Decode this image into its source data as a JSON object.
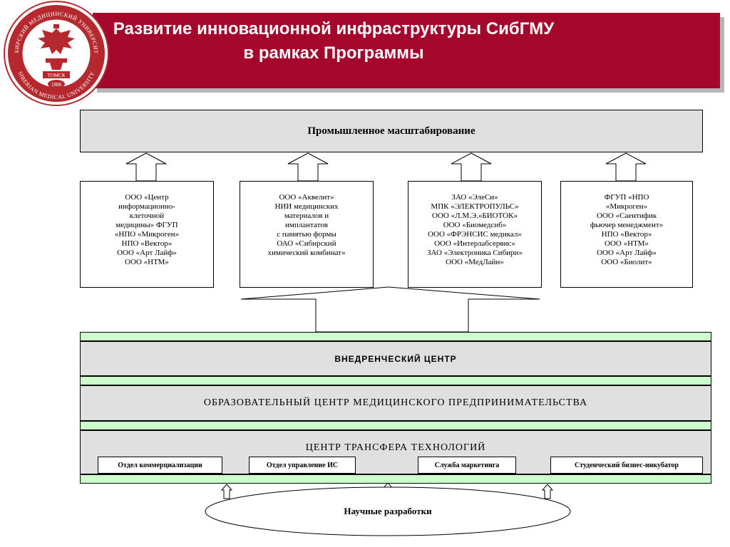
{
  "header": {
    "title_line1": "Развитие инновационной инфраструктуры СибГМУ",
    "title_line2": "в рамках Программы"
  },
  "seal": {
    "ring_text_top": "СИБИРСКИЙ МЕДИЦИНСКИЙ УНИВЕРСИТЕТ",
    "ring_text_bottom": "SIBERIAN MEDICAL UNIVERSITY",
    "city": "ТОМСК",
    "year": "1888"
  },
  "diagram": {
    "top_block": "Промышленное масштабирование",
    "org_boxes": [
      {
        "lines": [
          "ООО «Центр",
          "информационно-",
          "клеточной",
          "медицины» ФГУП",
          "«НПО «Микроген»",
          "НПО «Вектор»",
          "ООО «Арт Лайф»",
          "ООО «НТМ»"
        ]
      },
      {
        "lines": [
          "ООО «Аквелит»",
          "НИИ медицинских",
          "материалов и",
          "имплантатов",
          "с памятью формы",
          "ОАО «Сибирский",
          "химический комбинат»"
        ]
      },
      {
        "lines": [
          "ЗАО «ЭлеСи»",
          "МПК «ЭЛЕКТРОПУЛЬС»",
          "ООО «Л.М.Э.«БИОТОК»",
          "ООО «Биомедсиб»",
          "ООО «ФРЭНСИС медикал»",
          "ООО «Интерлабсервис»",
          "ЗАО «Электроника Сибири»",
          "ООО «МедЛайн»"
        ]
      },
      {
        "lines": [
          "ФГУП «НПО",
          "«Микроген»",
          "ООО «Саентифик",
          "фьючер менеджмент»",
          "НПО «Вектор»",
          "ООО «НТМ»",
          "ООО «Арт Лайф»",
          "ООО «Биолит»"
        ]
      }
    ],
    "center_implementation": "ВНЕДРЕНЧЕСКИЙ ЦЕНТР",
    "center_education": "ОБРАЗОВАТЕЛЬНЫЙ ЦЕНТР МЕДИЦИНСКОГО ПРЕДПРИНИМАТЕЛЬСТВА",
    "center_transfer": "ЦЕНТР ТРАНСФЕРА ТЕХНОЛОГИЙ",
    "departments": [
      "Отдел коммерциализации",
      "Отдел управление ИС",
      "Служба маркетинга",
      "Студенческий бизнес-инкубатор"
    ],
    "bottom_ellipse": "Научные разработки"
  },
  "colors": {
    "banner": "#a4062c",
    "seal_red": "#b5282e",
    "light_green": "#ccffcc",
    "gray_block": "#e0e0e0"
  }
}
